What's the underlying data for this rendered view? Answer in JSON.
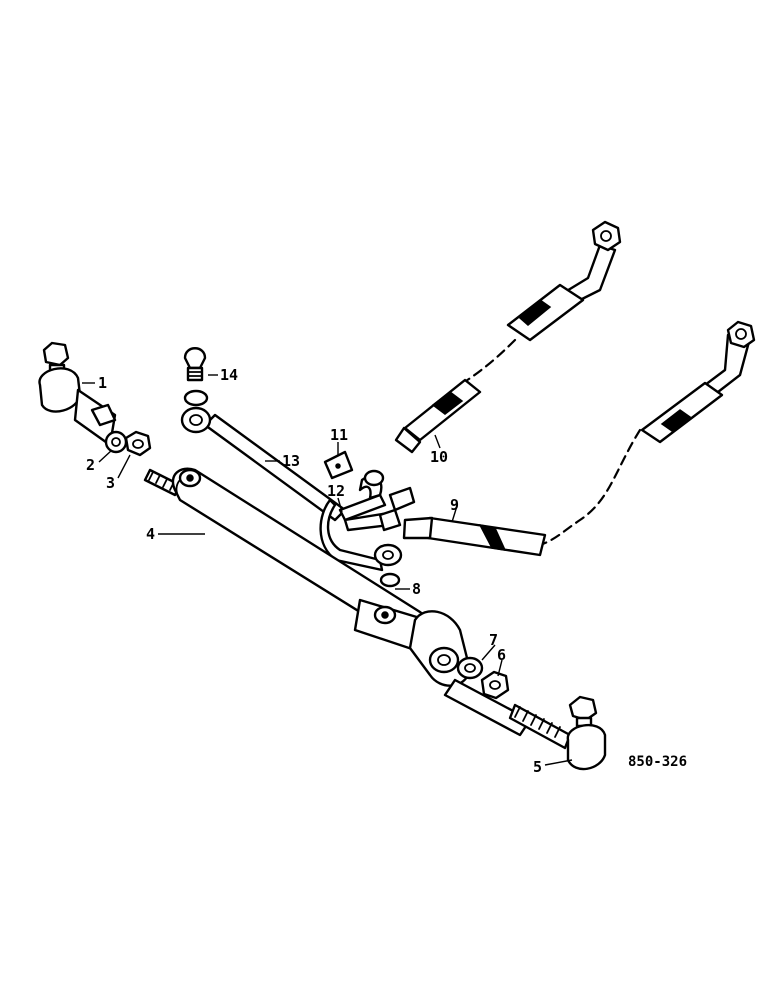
{
  "diagram_code": "850-326",
  "callouts": [
    "1",
    "2",
    "3",
    "4",
    "5",
    "6",
    "7",
    "8",
    "9",
    "10",
    "11",
    "12",
    "13",
    "14"
  ]
}
